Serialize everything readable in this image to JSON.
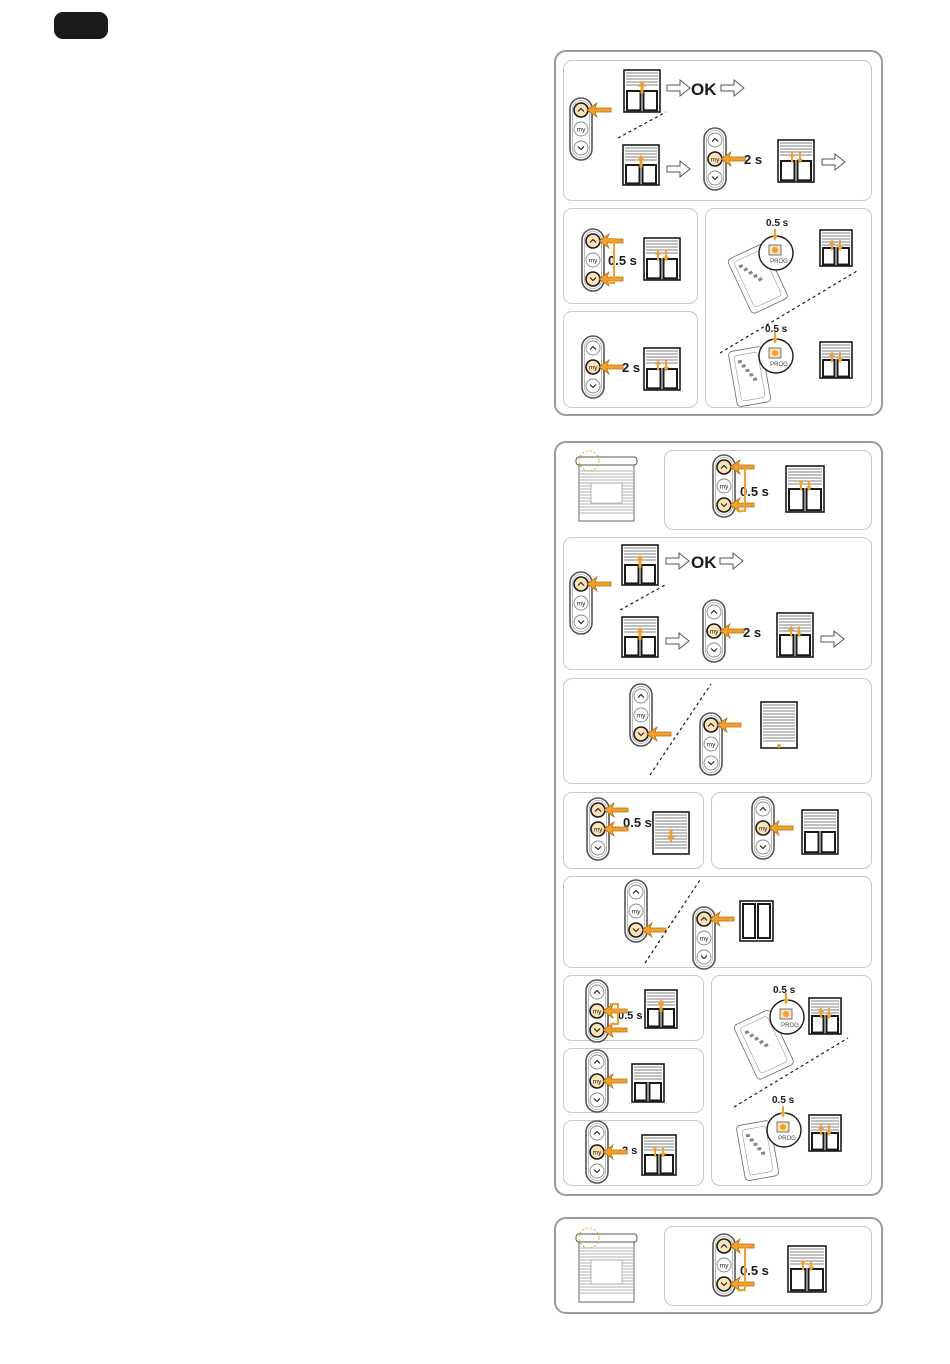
{
  "labels": {
    "ok": "OK",
    "two_seconds": "2 s",
    "half_second": "0.5 s",
    "my_button": "my",
    "prog_button": "PROG"
  },
  "colors": {
    "accent_orange": "#f2a12e",
    "frame_grey": "#9a9a9a",
    "panel_border": "#c8c8c8",
    "ink": "#1a1a1a",
    "tab_black": "#1a1a1a"
  },
  "icons": {
    "remote": "remote-control-icon",
    "shutter": "roller-shutter-icon",
    "arrow": "outline-arrow-right-icon",
    "press": "press-arrow-icon",
    "motor": "motor-head-icon",
    "prog": "prog-button-icon"
  }
}
